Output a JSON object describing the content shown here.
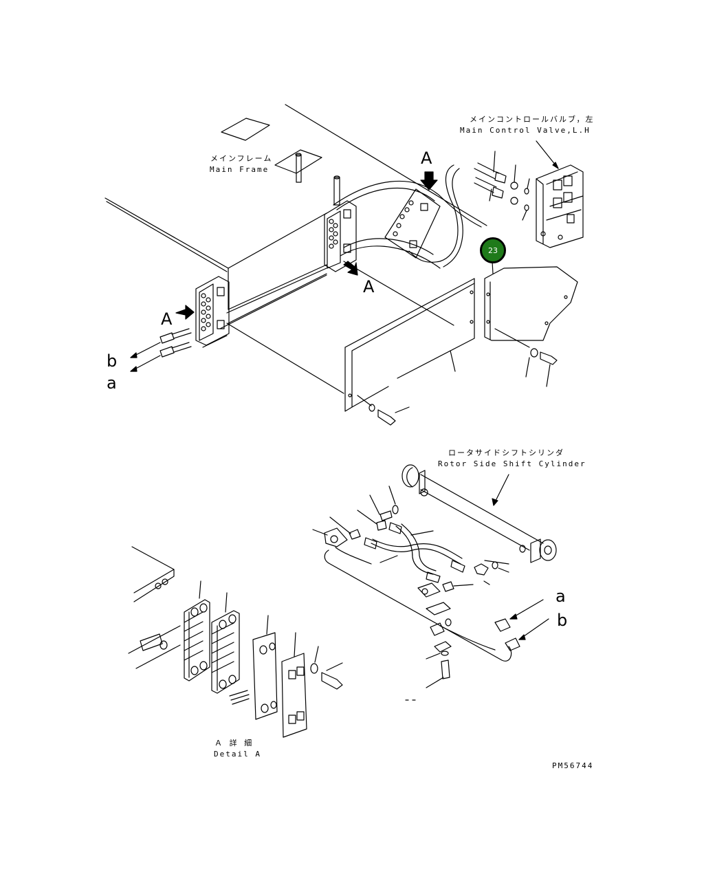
{
  "labels": {
    "main_frame_jp": "メインフレーム",
    "main_frame_en": "Main Frame",
    "main_control_valve_jp": "メインコントロールバルブ，左",
    "main_control_valve_en": "Main Control Valve,L.H",
    "rotor_side_shift_jp": "ロータサイドシフトシリンダ",
    "rotor_side_shift_en": "Rotor Side Shift Cylinder",
    "detail_a_jp": "Ａ 詳 細",
    "detail_a_en": "Detail A",
    "drawing_number": "PM56744",
    "view_marker": "A",
    "line_a": "a",
    "line_b": "b"
  },
  "callout": {
    "number": "23",
    "color": "#1f7a1a"
  },
  "icons": [
    "view-arrow-icon"
  ]
}
